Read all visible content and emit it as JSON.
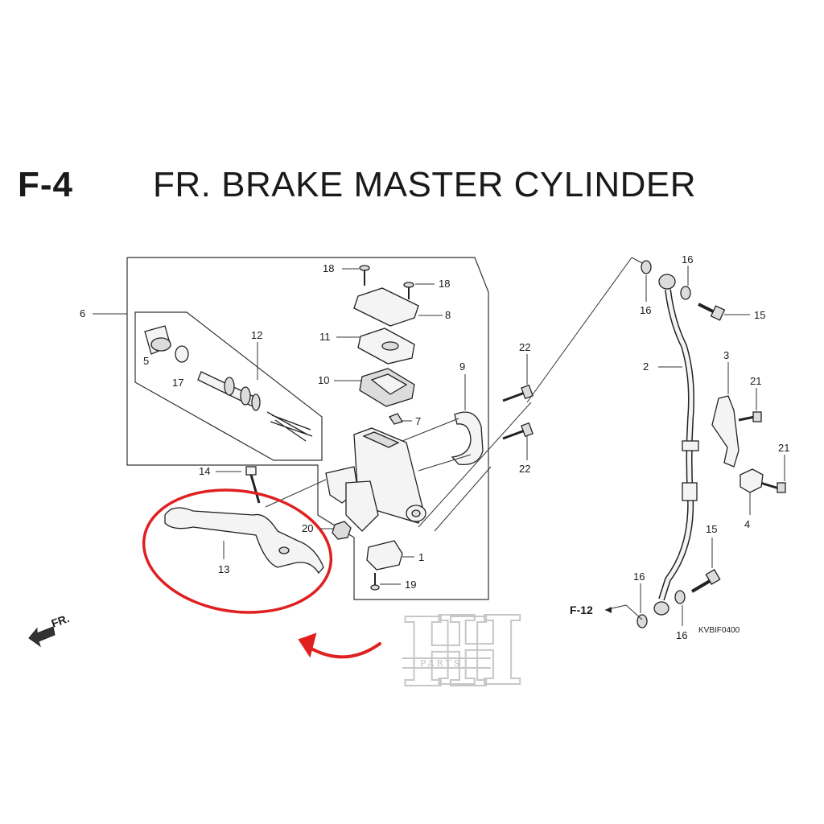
{
  "header": {
    "code": "F-4",
    "title": "FR. BRAKE MASTER CYLINDER"
  },
  "callouts": {
    "c1": "1",
    "c2": "2",
    "c3": "3",
    "c4": "4",
    "c5": "5",
    "c6": "6",
    "c7": "7",
    "c8": "8",
    "c9": "9",
    "c10": "10",
    "c11": "11",
    "c12": "12",
    "c13": "13",
    "c14": "14",
    "c15a": "15",
    "c15b": "15",
    "c16a": "16",
    "c16b": "16",
    "c16c": "16",
    "c16d": "16",
    "c17": "17",
    "c18a": "18",
    "c18b": "18",
    "c19": "19",
    "c20": "20",
    "c21a": "21",
    "c21b": "21",
    "c22a": "22",
    "c22b": "22"
  },
  "references": {
    "f12": "F-12",
    "fr_arrow": "FR.",
    "diagram_code": "KVBIF0400"
  },
  "watermark": {
    "letter": "H",
    "text": "PARTS"
  },
  "highlight": {
    "color": "#e02020"
  }
}
